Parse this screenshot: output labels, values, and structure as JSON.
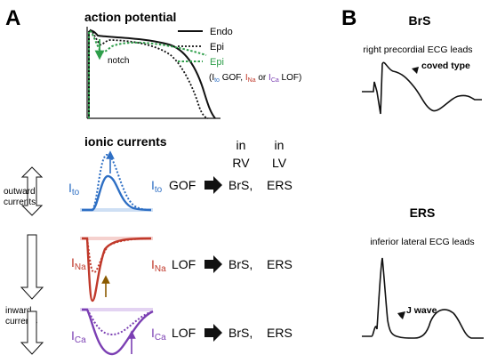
{
  "panel_a": {
    "label": "A",
    "ap_title": "action potential",
    "notch": "notch",
    "legend": {
      "endo": "Endo",
      "epi1": "Epi",
      "epi2": "Epi"
    },
    "caption": {
      "open": "(I",
      "sub_to": "to",
      "gof": " GOF, ",
      "i_na": "I",
      "sub_na": "Na",
      "or": " or ",
      "i_ca": "I",
      "sub_ca": "Ca",
      "lof": " LOF)"
    },
    "ionic_title": "ionic currents",
    "col_rv": [
      "in",
      "RV"
    ],
    "col_lv": [
      "in",
      "LV"
    ],
    "outward": [
      "outward",
      "currents"
    ],
    "inward": [
      "inward",
      "currents"
    ],
    "rows": [
      {
        "sym": "I",
        "sub": "to",
        "tag": "GOF",
        "rv": "BrS,",
        "lv": "ERS"
      },
      {
        "sym": "I",
        "sub": "Na",
        "tag": "LOF",
        "rv": "BrS,",
        "lv": "ERS"
      },
      {
        "sym": "I",
        "sub": "Ca",
        "tag": "LOF",
        "rv": "BrS,",
        "lv": "ERS"
      }
    ]
  },
  "panel_b": {
    "label": "B",
    "brs_title": "BrS",
    "brs_sub": "right precordial ECG leads",
    "brs_note": "coved type",
    "ers_title": "ERS",
    "ers_sub": "inferior lateral ECG leads",
    "ers_note": "J wave"
  },
  "colors": {
    "epi_green": "#2e9e4a",
    "ito_blue": "#2e6fc4",
    "ina_red": "#c0392b",
    "ica_purple": "#7b3fb3"
  }
}
